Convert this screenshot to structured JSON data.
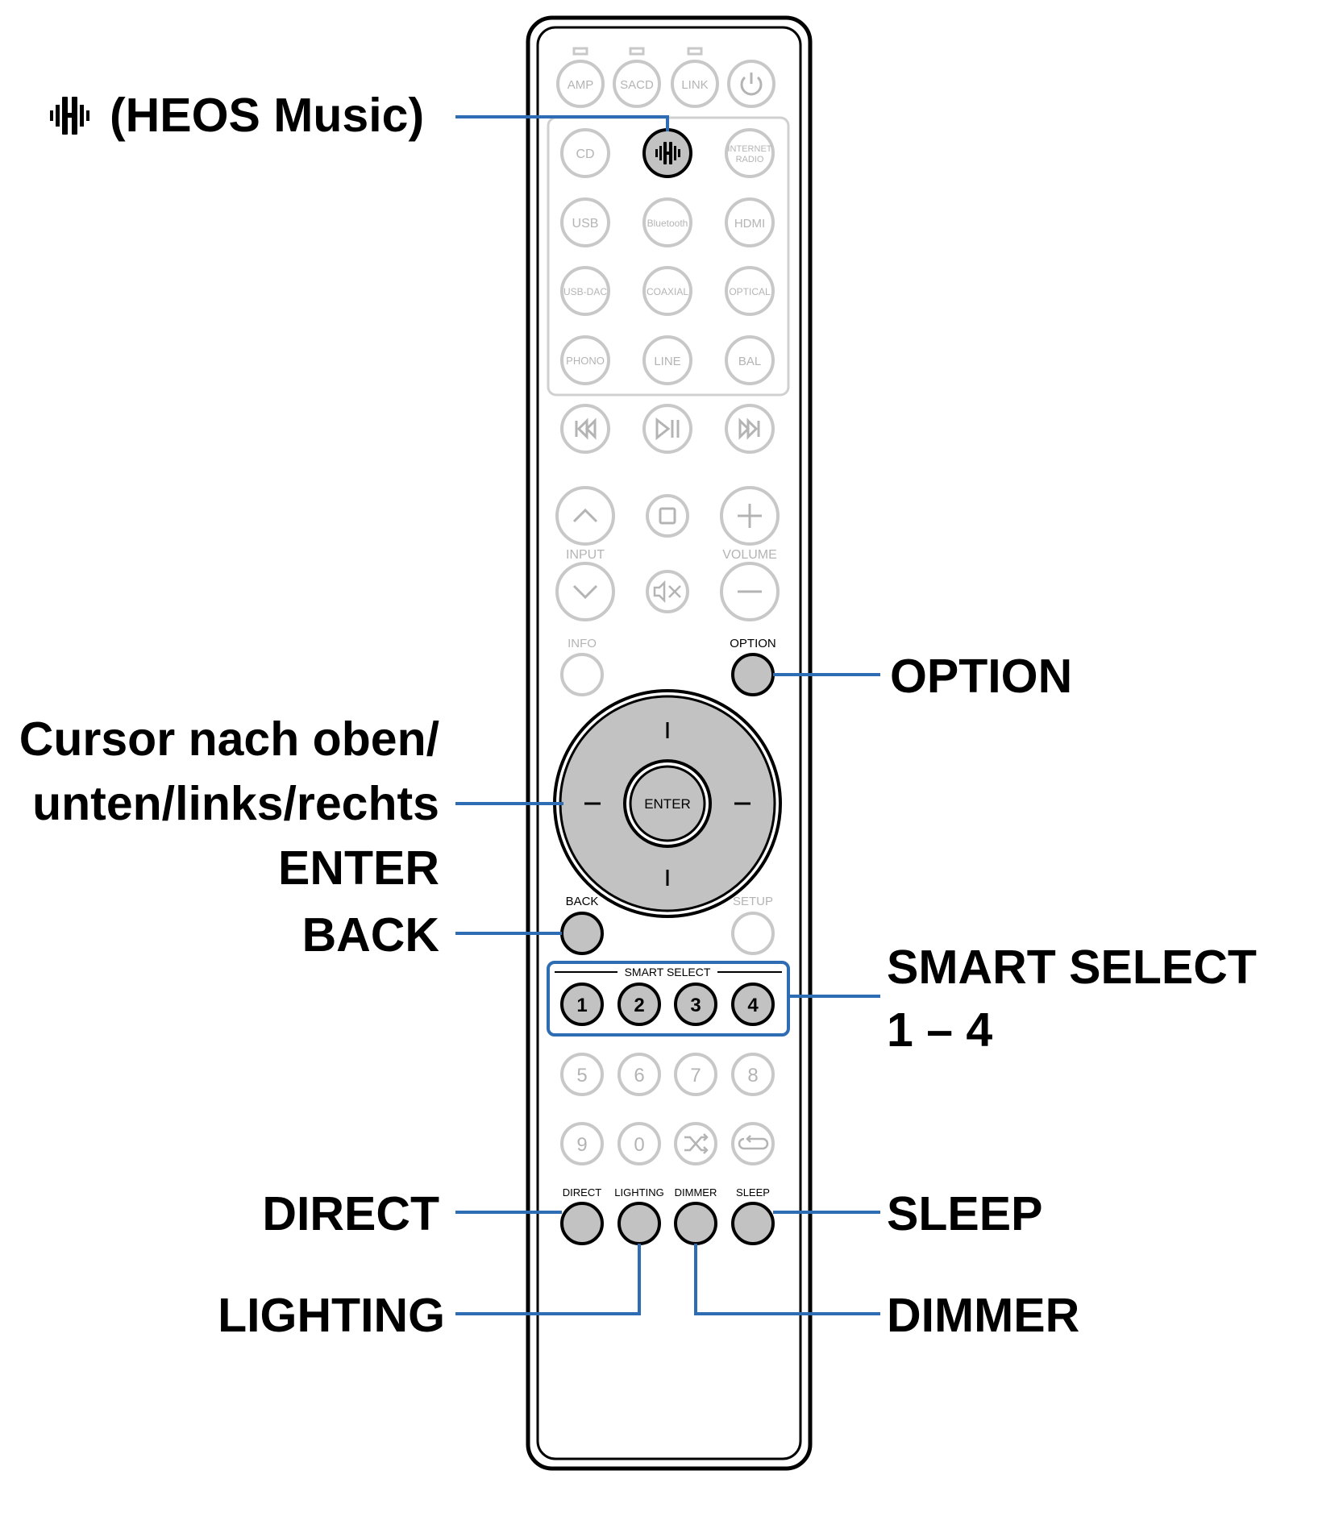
{
  "callouts": {
    "heos": "(HEOS Music)",
    "option": "OPTION",
    "cursor_line1": "Cursor nach oben/",
    "cursor_line2": "unten/links/rechts",
    "enter": "ENTER",
    "back": "BACK",
    "smart_line1": "SMART SELECT",
    "smart_line2": "1 – 4",
    "direct": "DIRECT",
    "sleep": "SLEEP",
    "lighting": "LIGHTING",
    "dimmer": "DIMMER"
  },
  "remote": {
    "top_buttons": [
      "AMP",
      "SACD",
      "LINK"
    ],
    "source_buttons": {
      "cd": "CD",
      "internet_radio_1": "INTERNET",
      "internet_radio_2": "RADIO",
      "usb": "USB",
      "bluetooth": "Bluetooth",
      "hdmi": "HDMI",
      "usb_dac": "USB-DAC",
      "coaxial": "COAXIAL",
      "optical": "OPTICAL",
      "phono": "PHONO",
      "line": "LINE",
      "bal": "BAL"
    },
    "input_label": "INPUT",
    "volume_label": "VOLUME",
    "info_label": "INFO",
    "option_label": "OPTION",
    "enter_label": "ENTER",
    "back_label": "BACK",
    "setup_label": "SETUP",
    "smart_select_label": "SMART SELECT",
    "smart_select_buttons": [
      "1",
      "2",
      "3",
      "4"
    ],
    "number_buttons": [
      "5",
      "6",
      "7",
      "8",
      "9",
      "0"
    ],
    "bottom_labels": [
      "DIRECT",
      "LIGHTING",
      "DIMMER",
      "SLEEP"
    ]
  },
  "colors": {
    "leader": "#2e6db4",
    "active_button": "#c2c2c2",
    "inactive_outline": "#c8c8c8"
  }
}
